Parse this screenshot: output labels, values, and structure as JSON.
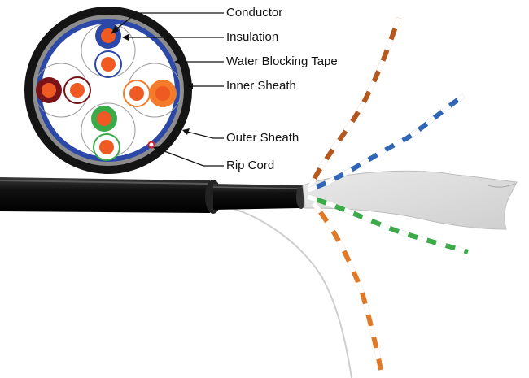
{
  "labels": {
    "conductor": "Conductor",
    "insulation": "Insulation",
    "water_blocking_tape": "Water Blocking Tape",
    "inner_sheath": "Inner Sheath",
    "outer_sheath": "Outer Sheath",
    "rip_cord": "Rip Cord"
  },
  "colors": {
    "orange": "#ef5a22",
    "light_orange": "#f37b2a",
    "blue": "#2b47a8",
    "green": "#3bab4a",
    "brown": "#7a1419",
    "jacket": "#1a1a1a",
    "inner_sheath": "#8c8c8c",
    "rip_cord_red": "#d0202a"
  }
}
